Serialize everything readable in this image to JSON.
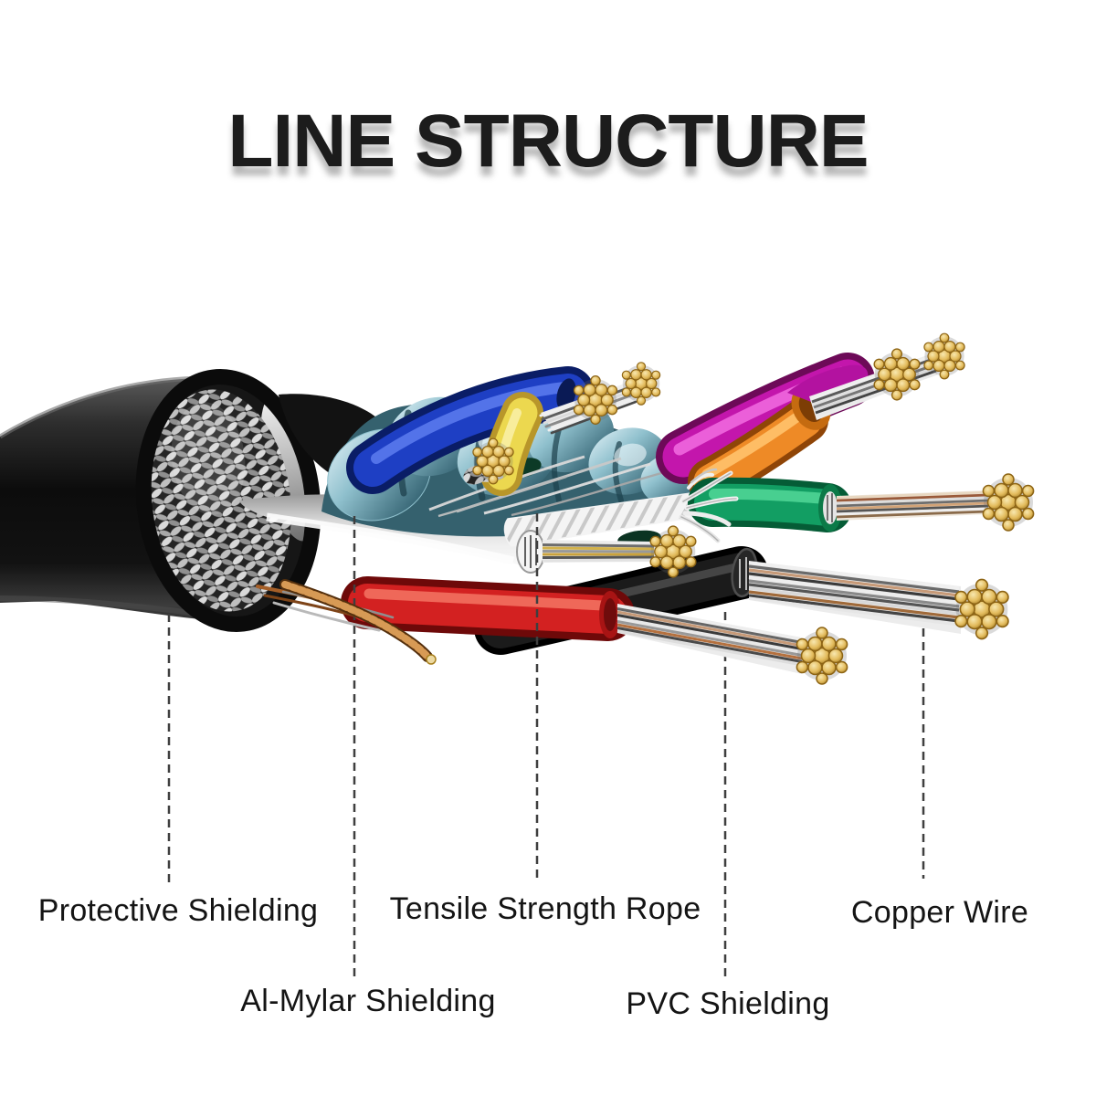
{
  "title": "LINE STRUCTURE",
  "callouts": [
    {
      "id": "protective-shielding",
      "label": "Protective Shielding"
    },
    {
      "id": "al-mylar-shielding",
      "label": "Al-Mylar Shielding"
    },
    {
      "id": "tensile-strength-rope",
      "label": "Tensile Strength Rope"
    },
    {
      "id": "pvc-shielding",
      "label": "PVC Shielding"
    },
    {
      "id": "copper-wire",
      "label": "Copper Wire"
    }
  ],
  "palette": {
    "blue": "#1e3fc4",
    "yellow": "#ecd84f",
    "teal_highlight": "#8fc0cd",
    "magenta": "#c316ac",
    "orange": "#ee8a26",
    "green": "#129e63",
    "red": "#d32121",
    "black_wire": "#1b1b1b",
    "copper_drain": "#9c5f26",
    "gold_strand_tip": "#e3bb5c",
    "rope_white": "#f4f4f4",
    "leader_line": "#3f3f3f"
  }
}
